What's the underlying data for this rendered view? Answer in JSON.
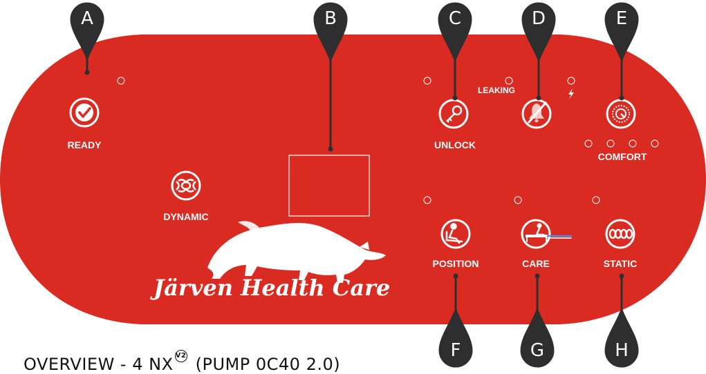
{
  "panel": {
    "color": "#d92b22",
    "brand_text": "Järven Health Care"
  },
  "callouts": [
    "A",
    "B",
    "C",
    "D",
    "E",
    "F",
    "G",
    "H"
  ],
  "buttons": {
    "ready": {
      "label": "READY",
      "icon": "checkmark-icon"
    },
    "dynamic": {
      "label": "DYNAMIC",
      "icon": "dynamic-cells-icon"
    },
    "unlock": {
      "label": "UNLOCK",
      "icon": "key-icon"
    },
    "mute": {
      "icon": "bell-muted-icon"
    },
    "comfort": {
      "label": "COMFORT",
      "icon": "gauge-icon"
    },
    "position": {
      "label": "POSITION",
      "icon": "seated-person-icon"
    },
    "care": {
      "label": "CARE",
      "icon": "patient-bed-icon"
    },
    "static": {
      "label": "STATIC",
      "icon": "static-cells-icon"
    }
  },
  "indicators": {
    "leaking_label": "LEAKING",
    "power_icon": "lightning-icon"
  },
  "caption": {
    "prefix": "OVERVIEW - 4 NX",
    "version": "V2",
    "suffix": "(PUMP 0C40 2.0)"
  }
}
